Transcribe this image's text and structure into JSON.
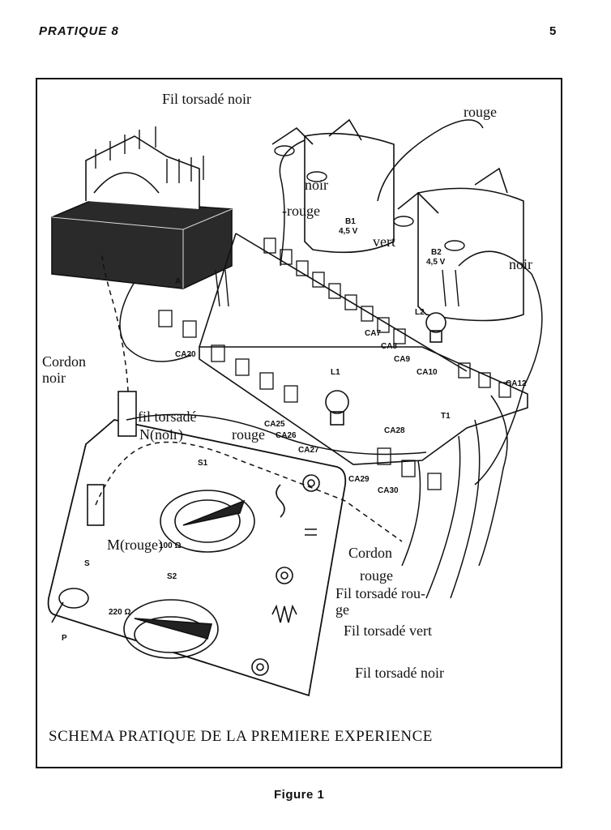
{
  "header": {
    "left": "PRATIQUE 8",
    "right": "5"
  },
  "labels": {
    "fil_torsade_noir_top": "Fil torsadé noir",
    "rouge_top": "rouge",
    "noir_top": "noir",
    "rouge_mid": "-rouge",
    "vert_mid": "vert",
    "noir_right": "noir",
    "cordon_noir_1": "Cordon",
    "cordon_noir_2": "noir",
    "fil_torsade_rouge_1": "fil torsadé",
    "fil_torsade_rouge_2": "rouge",
    "n_noir": "N(noir)",
    "m_rouge": "M(rouge)",
    "cordon_rouge_1": "Cordon",
    "cordon_rouge_2": "rouge",
    "fil_torsade_rouge_bottom_1": "Fil torsadé rou-",
    "fil_torsade_rouge_bottom_2": "ge",
    "fil_torsade_vert": "Fil torsadé vert",
    "fil_torsade_noir_bottom": "Fil torsadé noir"
  },
  "components": {
    "b1": "B1",
    "b1_v": "4,5 V",
    "b2": "B2",
    "b2_v": "4,5 V",
    "l1": "L1",
    "l2": "L2",
    "t1": "T1",
    "s1": "S1",
    "s2": "S2",
    "a": "A",
    "s": "S",
    "p": "P",
    "r220": "220 Ω",
    "r100": "100 Ω",
    "ca7": "CA7",
    "ca8": "CA8",
    "ca9": "CA9",
    "ca10": "CA10",
    "ca12": "CA12",
    "ca20": "CA20",
    "ca25": "CA25",
    "ca26": "CA26",
    "ca27": "CA27",
    "ca28": "CA28",
    "ca29": "CA29",
    "ca30": "CA30"
  },
  "caption": "SCHEMA PRATIQUE DE LA PREMIERE EXPERIENCE",
  "figure_label": "Figure 1"
}
